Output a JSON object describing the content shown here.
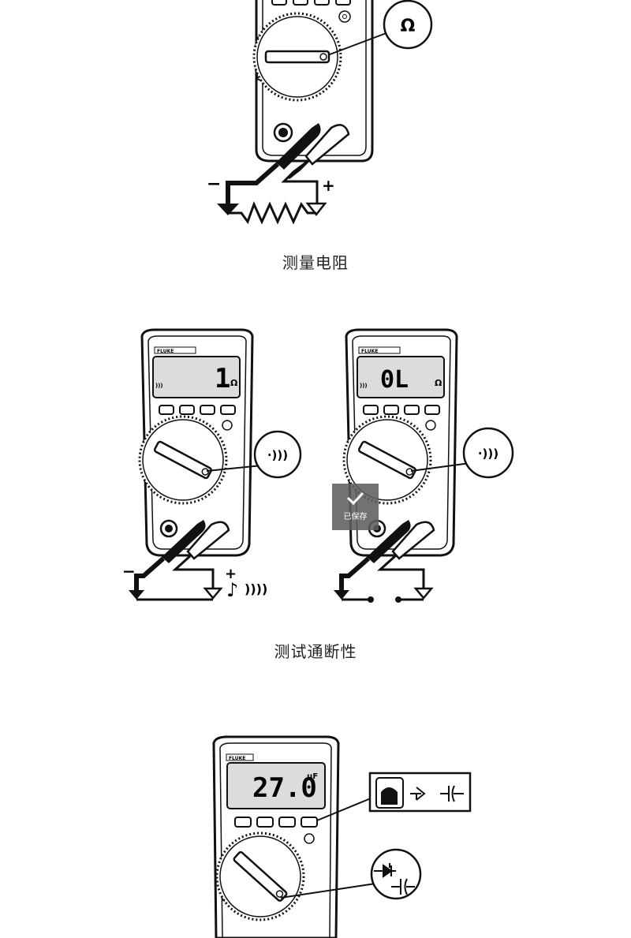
{
  "captions": {
    "resistance": "测量电阻",
    "continuity": "测试通断性"
  },
  "meters": {
    "brand": "FLUKE",
    "resistance_display": "1",
    "resistance_unit": "Ω",
    "open_display": "0L",
    "open_unit": "Ω",
    "capacitance_display": "27.0",
    "capacitance_unit": "μF"
  },
  "callouts": {
    "ohm_symbol": "Ω",
    "probe_minus": "−",
    "probe_plus": "+"
  },
  "saved_badge": {
    "label": "已保存"
  },
  "colors": {
    "ink": "#111111",
    "lcd": "#dcdcdc",
    "badge": "#5f5f5f"
  }
}
